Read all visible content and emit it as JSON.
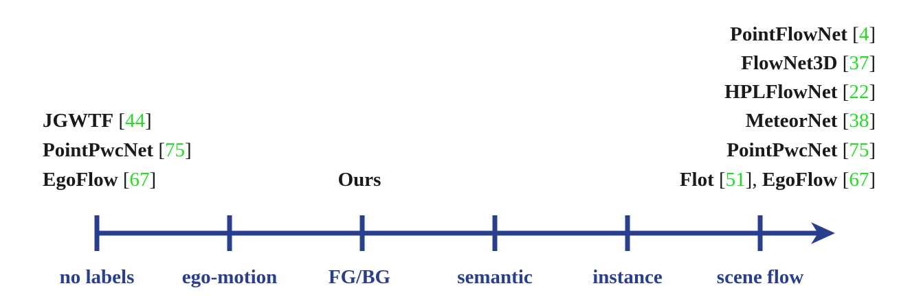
{
  "colors": {
    "axis": "#283f8f",
    "ref": "#22dd22",
    "text": "#1a1a1a"
  },
  "left_group": [
    {
      "name": "JGWTF",
      "ref": "44"
    },
    {
      "name": "PointPwcNet",
      "ref": "75"
    },
    {
      "name": "EgoFlow",
      "ref": "67"
    }
  ],
  "ours_label": "Ours",
  "right_group": [
    {
      "name": "PointFlowNet",
      "ref": "4"
    },
    {
      "name": "FlowNet3D",
      "ref": "37"
    },
    {
      "name": "HPLFlowNet",
      "ref": "22"
    },
    {
      "name": "MeteorNet",
      "ref": "38"
    },
    {
      "name": "PointPwcNet",
      "ref": "75"
    },
    {
      "name": "Flot",
      "ref": "51",
      "name2": "EgoFlow",
      "ref2": "67"
    }
  ],
  "axis_labels": [
    "no labels",
    "ego-motion",
    "FG/BG",
    "semantic",
    "instance",
    "scene flow"
  ]
}
